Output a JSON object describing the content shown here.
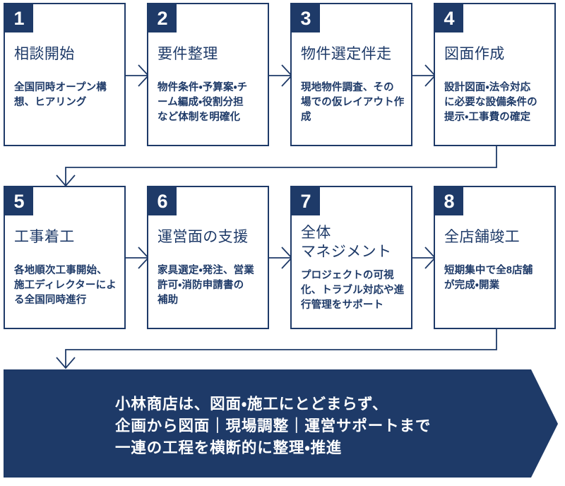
{
  "colors": {
    "navy": "#1e3a68",
    "white": "#ffffff"
  },
  "steps": [
    {
      "number": "1",
      "title": "相談開始",
      "description": "全国同時オープン構\n想、ヒアリング"
    },
    {
      "number": "2",
      "title": "要件整理",
      "description": "物件条件・予算案・チ\nーム編成・役割分担\nなど体制を明確化"
    },
    {
      "number": "3",
      "title": "物件選定伴走",
      "description": "現地物件調査、その\n場での仮レイアウト作\n成"
    },
    {
      "number": "4",
      "title": "図面作成",
      "description": "設計図面・法令対応\nに必要な設備条件の\n提示・工事費の確定"
    },
    {
      "number": "5",
      "title": "工事着工",
      "description": "各地順次工事開始、\n施工ディレクターによ\nる全国同時進行"
    },
    {
      "number": "6",
      "title": "運営面の支援",
      "description": "家具選定・発注、営業\n許可・消防申請書の\n補助"
    },
    {
      "number": "7",
      "title": "全体\nマネジメント",
      "description": "プロジェクトの可視\n化、トラブル対応や進\n行管理をサポート"
    },
    {
      "number": "8",
      "title": "全店舗竣工",
      "description": "短期集中で全8店舗\nが完成・開業"
    }
  ],
  "banner": {
    "lines": [
      "小林商店は、図面・施工にとどまらず、",
      "企画から図面｜現場調整｜運営サポートまで",
      "一連の工程を横断的に整理・推進"
    ]
  }
}
